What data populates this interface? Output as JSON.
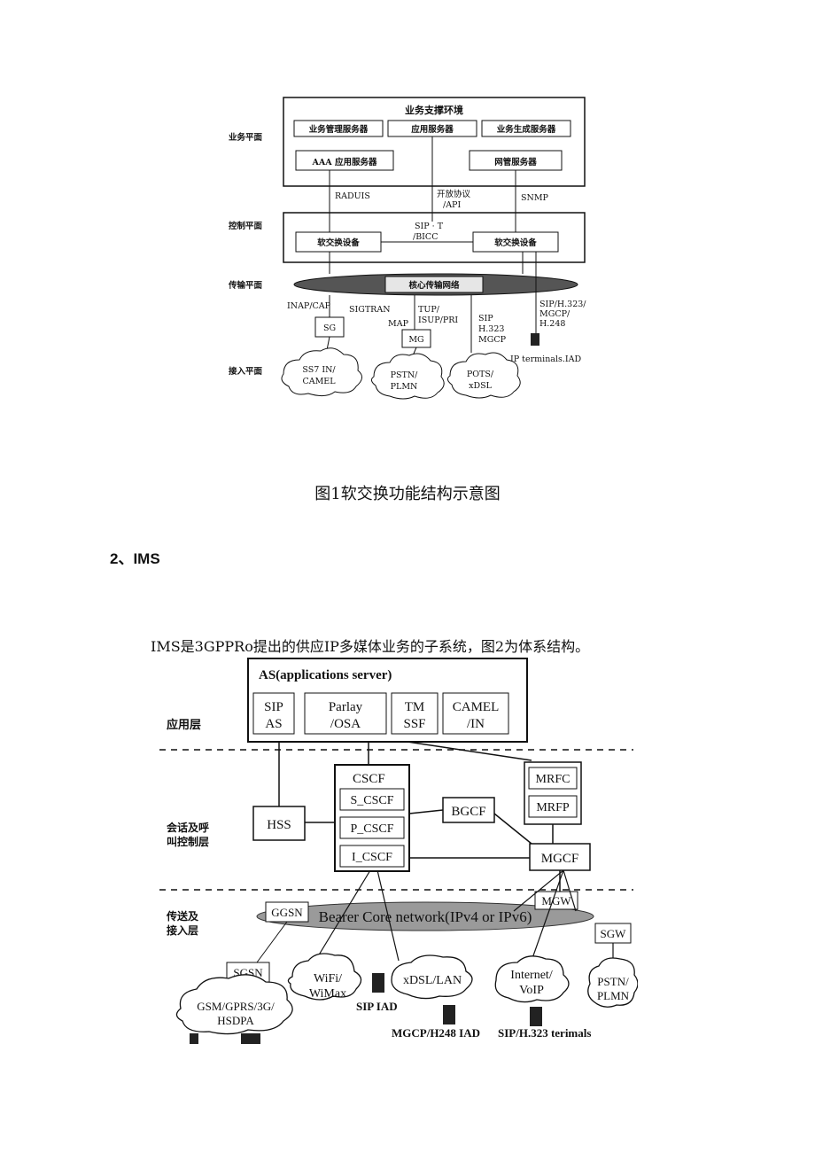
{
  "figure1": {
    "planes": {
      "service": "业务平面",
      "control": "控制平面",
      "transport": "传输平面",
      "access": "接入平面"
    },
    "service_env_title": "业务支撑环境",
    "server_mgmt": "业务管理服务器",
    "app_server": "应用服务器",
    "service_gen": "业务生成服务器",
    "aaa": "AAA 应用服务器",
    "netmgmt": "网管服务器",
    "radius": "RADUIS",
    "open_protocol_1": "开放协议",
    "open_protocol_2": "/API",
    "snmp": "SNMP",
    "sipt_1": "SIP · T",
    "sipt_2": "/BICC",
    "softswitch_left": "软交换设备",
    "softswitch_right": "软交换设备",
    "core_network": "核心传输网络",
    "inap": "INAP/CAP",
    "sigtran": "SIGTRAN",
    "map": "MAP",
    "tup_1": "TUP/",
    "tup_2": "ISUP/PRI",
    "sip_h323_1": "SIP",
    "sip_h323_2": "H.323",
    "sip_h323_3": "MGCP",
    "sip_right_1": "SIP/H.323/",
    "sip_right_2": "MGCP/",
    "sip_right_3": "H.248",
    "sg": "SG",
    "mg": "MG",
    "ip_terminals": "IP terminals.IAD",
    "cloud_ss7_1": "SS7 IN/",
    "cloud_ss7_2": "CAMEL",
    "cloud_pstn_1": "PSTN/",
    "cloud_pstn_2": "PLMN",
    "cloud_pots_1": "POTS/",
    "cloud_pots_2": "xDSL"
  },
  "caption1": "图1软交换功能结构示意图",
  "heading2": "2、IMS",
  "paragraph": "IMS是3GPPRo提出的供应IP多媒体业务的子系统，图2为体系结构。",
  "figure2": {
    "layer_app": "应用层",
    "layer_session_1": "会话及呼",
    "layer_session_2": "叫控制层",
    "layer_transport_1": "传送及",
    "layer_transport_2": "接入层",
    "as_title": "AS(applications server)",
    "sip_as_1": "SIP",
    "sip_as_2": "AS",
    "parlay_1": "Parlay",
    "parlay_2": "/OSA",
    "tm_1": "TM",
    "tm_2": "SSF",
    "camel_1": "CAMEL",
    "camel_2": "/IN",
    "cscf": "CSCF",
    "s_cscf": "S_CSCF",
    "p_cscf": "P_CSCF",
    "i_cscf": "I_CSCF",
    "hss": "HSS",
    "bgcf": "BGCF",
    "mrfc": "MRFC",
    "mrfp": "MRFP",
    "mgcf": "MGCF",
    "mgw": "MGW",
    "ggsn": "GGSN",
    "bearer": "Bearer Core network(IPv4 or IPv6)",
    "sgw": "SGW",
    "sgsn": "SGSN",
    "gsm_1": "GSM/GPRS/3G/",
    "gsm_2": "HSDPA",
    "wifi_1": "WiFi/",
    "wifi_2": "WiMax",
    "xdsl": "xDSL/LAN",
    "internet_1": "Internet/",
    "internet_2": "VoIP",
    "pstn_1": "PSTN/",
    "pstn_2": "PLMN",
    "sip_iad": "SIP IAD",
    "mgcp_iad": "MGCP/H248 IAD",
    "sip_h323_term": "SIP/H.323 terimals"
  }
}
